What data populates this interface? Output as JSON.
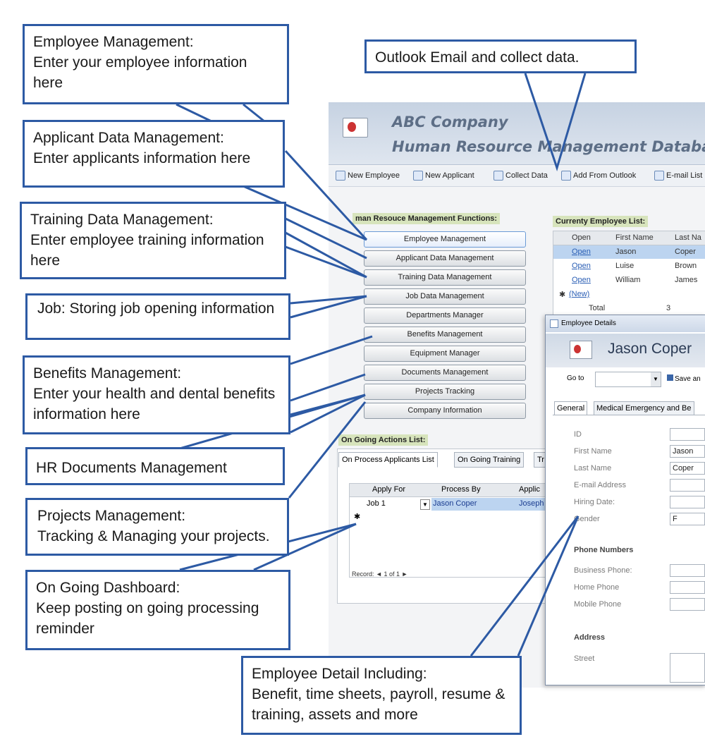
{
  "app": {
    "company": "ABC Company",
    "subtitle": "Human Resource Management Database",
    "toolbar": [
      "New Employee",
      "New Applicant",
      "Collect Data",
      "Add From Outlook",
      "E-mail List"
    ],
    "functions_label": "man Resouce Management Functions:",
    "functions": [
      "Employee Management",
      "Applicant Data Management",
      "Training Data Management",
      "Job Data Management",
      "Departments Manager",
      "Benefits Management",
      "Equipment Manager",
      "Documents Management",
      "Projects Tracking",
      "Company Information"
    ],
    "employee_list": {
      "label": "Currenty Employee List:",
      "headers": [
        "Open",
        "First Name",
        "Last Na"
      ],
      "rows": [
        [
          "Open",
          "Jason",
          "Coper"
        ],
        [
          "Open",
          "Luise",
          "Brown"
        ],
        [
          "Open",
          "William",
          "James"
        ]
      ],
      "new_row": "(New)",
      "total_label": "Total",
      "total_value": "3"
    },
    "ongoing": {
      "label": "On Going Actions List:",
      "tabs": [
        "On Process Applicants List",
        "On Going Training",
        "Tr"
      ],
      "headers": [
        "Apply For",
        "Process By",
        "Applic"
      ],
      "row": [
        "Job 1",
        "Jason Coper",
        "Joseph"
      ],
      "record_label": "Record:",
      "record_pos": "1 of 1"
    },
    "details": {
      "window_title": "Employee Details",
      "name": "Jason Coper",
      "goto_label": "Go to",
      "save_label": "Save an",
      "tabs": [
        "General",
        "Medical Emergency and Be"
      ],
      "fields": [
        {
          "label": "ID",
          "value": ""
        },
        {
          "label": "First Name",
          "value": "Jason"
        },
        {
          "label": "Last Name",
          "value": "Coper"
        },
        {
          "label": "E-mail Address",
          "value": ""
        },
        {
          "label": "Hiring Date:",
          "value": ""
        },
        {
          "label": "Gender",
          "value": "F"
        }
      ],
      "phone_heading": "Phone Numbers",
      "phones": [
        "Business Phone:",
        "Home Phone",
        "Mobile Phone"
      ],
      "address_heading": "Address",
      "street_label": "Street"
    }
  },
  "callouts": [
    "Employee Management:\nEnter your employee information here",
    "Outlook Email and collect data.",
    "Applicant Data Management:\nEnter applicants information here",
    "Training Data Management:\nEnter employee training information here",
    "Job: Storing job opening information",
    "Benefits Management:\nEnter your health and dental benefits information here",
    "HR Documents Management",
    "Projects Management:\nTracking & Managing your projects.",
    "On Going Dashboard:\nKeep posting on going processing reminder",
    "Employee Detail Including:\nBenefit, time sheets, payroll, resume & training, assets and more"
  ],
  "colors": {
    "callout_border": "#2d5aa4",
    "header_text": "#5d6e86",
    "section_label": "#d7e4bc"
  }
}
